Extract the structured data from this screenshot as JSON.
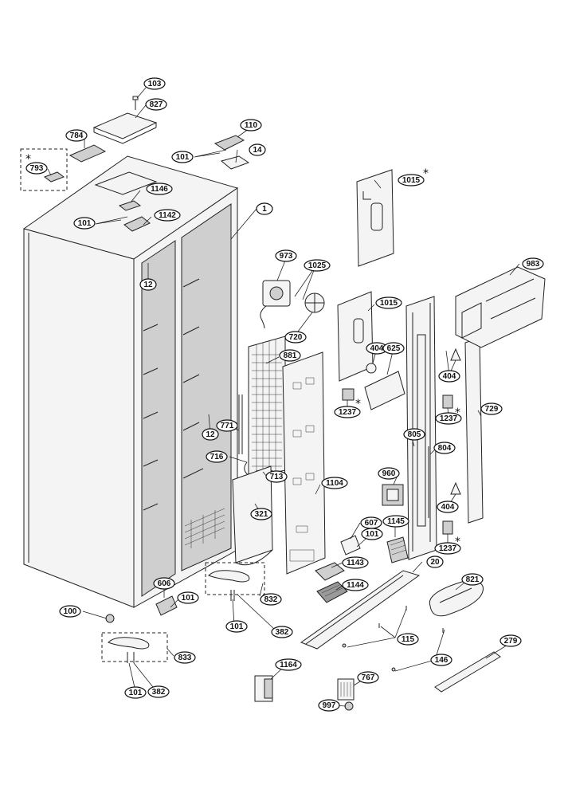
{
  "callouts": [
    {
      "id": "c-103",
      "label": "103"
    },
    {
      "id": "c-827",
      "label": "827"
    },
    {
      "id": "c-784",
      "label": "784"
    },
    {
      "id": "c-793",
      "label": "793"
    },
    {
      "id": "c-110",
      "label": "110"
    },
    {
      "id": "c-101a",
      "label": "101"
    },
    {
      "id": "c-14",
      "label": "14"
    },
    {
      "id": "c-1146",
      "label": "1146"
    },
    {
      "id": "c-101b",
      "label": "101"
    },
    {
      "id": "c-1142",
      "label": "1142"
    },
    {
      "id": "c-1",
      "label": "1"
    },
    {
      "id": "c-1015a",
      "label": "1015"
    },
    {
      "id": "c-973",
      "label": "973"
    },
    {
      "id": "c-1025",
      "label": "1025"
    },
    {
      "id": "c-983",
      "label": "983"
    },
    {
      "id": "c-12a",
      "label": "12"
    },
    {
      "id": "c-720",
      "label": "720"
    },
    {
      "id": "c-1015b",
      "label": "1015"
    },
    {
      "id": "c-881",
      "label": "881"
    },
    {
      "id": "c-404a",
      "label": "404"
    },
    {
      "id": "c-625",
      "label": "625"
    },
    {
      "id": "c-404b",
      "label": "404"
    },
    {
      "id": "c-1237a",
      "label": "1237"
    },
    {
      "id": "c-1237b",
      "label": "1237"
    },
    {
      "id": "c-729",
      "label": "729"
    },
    {
      "id": "c-771",
      "label": "771"
    },
    {
      "id": "c-12b",
      "label": "12"
    },
    {
      "id": "c-805",
      "label": "805"
    },
    {
      "id": "c-804",
      "label": "804"
    },
    {
      "id": "c-716",
      "label": "716"
    },
    {
      "id": "c-713",
      "label": "713"
    },
    {
      "id": "c-960",
      "label": "960"
    },
    {
      "id": "c-1104",
      "label": "1104"
    },
    {
      "id": "c-404c",
      "label": "404"
    },
    {
      "id": "c-321",
      "label": "321"
    },
    {
      "id": "c-607",
      "label": "607"
    },
    {
      "id": "c-1145",
      "label": "1145"
    },
    {
      "id": "c-101c",
      "label": "101"
    },
    {
      "id": "c-1237c",
      "label": "1237"
    },
    {
      "id": "c-1143",
      "label": "1143"
    },
    {
      "id": "c-20",
      "label": "20"
    },
    {
      "id": "c-606",
      "label": "606"
    },
    {
      "id": "c-101d",
      "label": "101"
    },
    {
      "id": "c-832",
      "label": "832"
    },
    {
      "id": "c-1144",
      "label": "1144"
    },
    {
      "id": "c-821",
      "label": "821"
    },
    {
      "id": "c-100",
      "label": "100"
    },
    {
      "id": "c-101e",
      "label": "101"
    },
    {
      "id": "c-382a",
      "label": "382"
    },
    {
      "id": "c-115",
      "label": "115"
    },
    {
      "id": "c-279",
      "label": "279"
    },
    {
      "id": "c-833",
      "label": "833"
    },
    {
      "id": "c-146",
      "label": "146"
    },
    {
      "id": "c-1164",
      "label": "1164"
    },
    {
      "id": "c-767",
      "label": "767"
    },
    {
      "id": "c-101f",
      "label": "101"
    },
    {
      "id": "c-382b",
      "label": "382"
    },
    {
      "id": "c-997",
      "label": "997"
    }
  ],
  "markers": {
    "asterisk": "*"
  }
}
